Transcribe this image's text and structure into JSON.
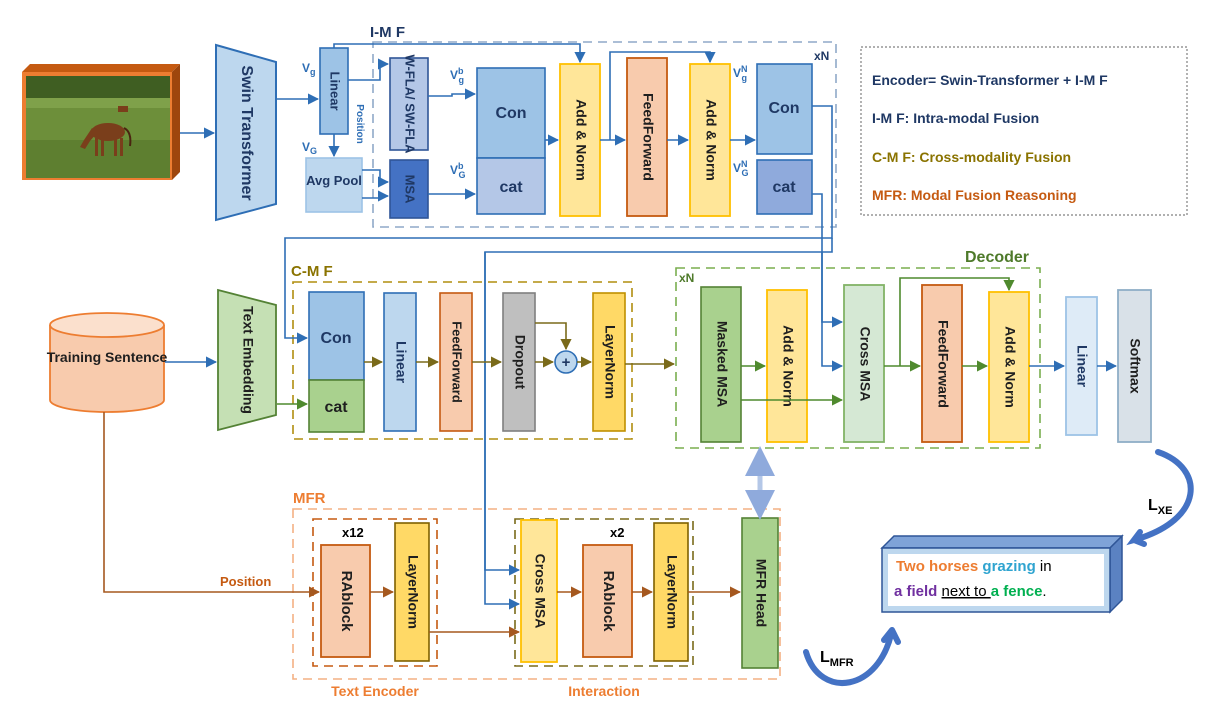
{
  "groups": {
    "imf": "I-M F",
    "imf_repeat": "xN",
    "cmf": "C-M F",
    "decoder": "Decoder",
    "decoder_repeat": "xN",
    "mfr": "MFR",
    "text_encoder_repeat": "x12",
    "interaction_repeat": "x2",
    "text_encoder": "Text Encoder",
    "interaction": "Interaction"
  },
  "blocks": {
    "swin_transformer": "Swin Transformer",
    "linear_imf": "Linear",
    "avg_pool": "Avg Pool",
    "wfla": "W-FLA/ SW-FLA",
    "msa": "MSA",
    "con_imf": "Con",
    "cat_imf": "cat",
    "add_norm_imf_1": "Add & Norm",
    "feedforward_imf": "FeedForward",
    "add_norm_imf_2": "Add & Norm",
    "con_imf_out": "Con",
    "cat_imf_out": "cat",
    "training_sentence": "Training Sentence",
    "text_embedding": "Text Embedding",
    "con_cmf": "Con",
    "cat_cmf": "cat",
    "linear_cmf": "Linear",
    "feedforward_cmf": "FeedForward",
    "dropout": "Dropout",
    "plus": "+",
    "layernorm_cmf": "LayerNorm",
    "masked_msa": "Masked MSA",
    "add_norm_dec_1": "Add & Norm",
    "cross_msa_dec": "Cross MSA",
    "feedforward_dec": "FeedForward",
    "add_norm_dec_2": "Add & Norm",
    "linear_out": "Linear",
    "softmax": "Softmax",
    "rablock_enc": "RAblock",
    "layernorm_enc": "LayerNorm",
    "cross_msa_int": "Cross MSA",
    "rablock_int": "RAblock",
    "layernorm_int": "LayerNorm",
    "mfr_head": "MFR Head"
  },
  "labels": {
    "vg_base": "V",
    "vg_sub": "g",
    "vG_base": "V",
    "vG_sub": "G",
    "position_imf": "Position",
    "vgb_base": "V",
    "vgb_sub": "g",
    "vgb_sup": "b",
    "vGb_base": "V",
    "vGb_sub": "G",
    "vGb_sup": "b",
    "vgN_base": "V",
    "vgN_sub": "g",
    "vgN_sup": "N",
    "vGN_base": "V",
    "vGN_sub": "G",
    "vGN_sup": "N",
    "position_mfr": "Position",
    "lxe_base": "L",
    "lxe_sub": "XE",
    "lmfr_base": "L",
    "lmfr_sub": "MFR"
  },
  "legend": {
    "encoder": "Encoder= Swin-Transformer + I-M F",
    "imf": "I-M F: Intra-modal Fusion",
    "cmf": "C-M F: Cross-modality Fusion",
    "mfr": "MFR: Modal Fusion Reasoning"
  },
  "caption": {
    "w1": "Two horses",
    "w2": "grazing",
    "w3": "in",
    "w4": "a field",
    "w5": "next to",
    "w6": "a fence",
    "w7": "."
  },
  "colors": {
    "blue_line": "#2E6EB5",
    "brown_line": "#A5581F",
    "olive_line": "#7A6A1A",
    "green_line": "#4F8A2E",
    "navy_text": "#1F3864",
    "olive_text": "#8A7300",
    "orange_text": "#C55A11",
    "decoder_text": "#4E7A2A",
    "caption_orange": "#ED7D31",
    "caption_blue": "#2FA4D0",
    "caption_purple": "#7030A0",
    "caption_green": "#00B050"
  }
}
